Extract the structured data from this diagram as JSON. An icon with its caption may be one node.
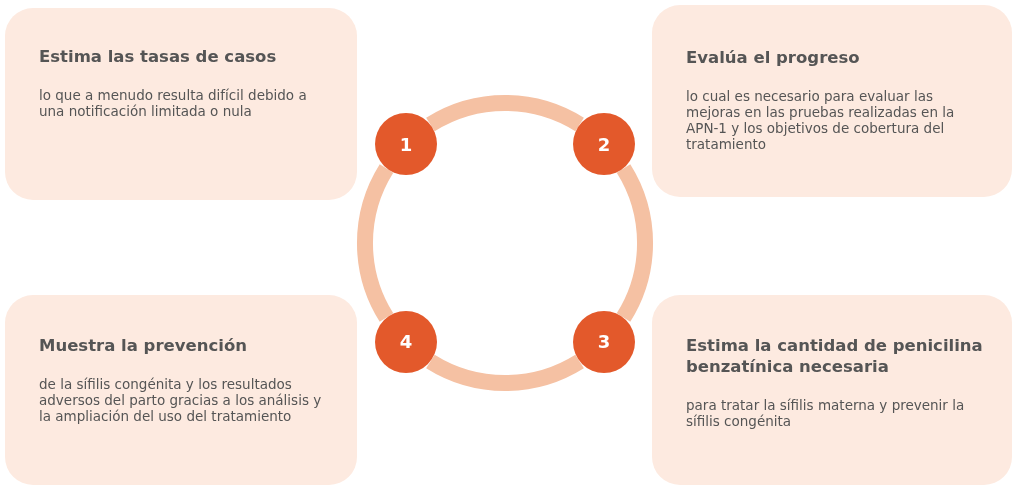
{
  "diagram": {
    "nodes": [
      {
        "text": [
          "Estima las tasas de casos",
          "lo que a menudo resulta difícil debido a una notificación limitada o nula"
        ]
      },
      {
        "text": [
          "Evalúa el progreso",
          "lo cual es necesario para evaluar las mejoras en las pruebas realizadas en la APN-1 y los objetivos de cobertura del tratamiento"
        ]
      },
      {
        "text": [
          "Muestra la prevención",
          "de la sífilis congénita y los resultados adversos del parto gracias a los análisis y la ampliación del uso del tratamiento"
        ]
      },
      {
        "text": [
          "Estima la cantidad de penicilina benzatínica necesaria",
          "para tratar la sífilis materna y prevenir la sífilis congénita"
        ]
      },
      {
        "text": [
          "1"
        ]
      },
      {
        "text": [
          "2"
        ]
      },
      {
        "text": [
          "4"
        ]
      },
      {
        "text": [
          "3"
        ]
      }
    ],
    "edges": [
      {
        "from": 4,
        "to": 5,
        "arrow": "none"
      },
      {
        "from": 5,
        "to": 7,
        "arrow": "none"
      },
      {
        "from": 7,
        "to": 6,
        "arrow": "none"
      },
      {
        "from": 6,
        "to": 4,
        "arrow": "none"
      }
    ]
  }
}
